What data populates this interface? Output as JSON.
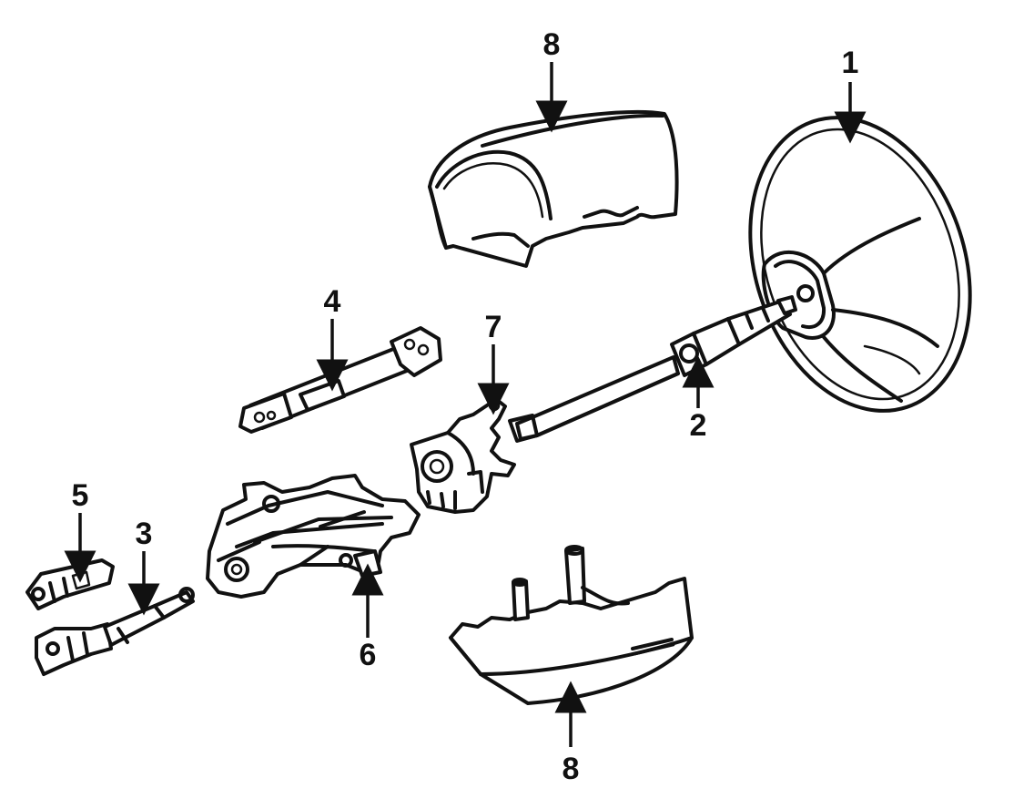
{
  "callouts": [
    {
      "id": "1",
      "label": "1"
    },
    {
      "id": "2",
      "label": "2"
    },
    {
      "id": "3",
      "label": "3"
    },
    {
      "id": "4",
      "label": "4"
    },
    {
      "id": "5",
      "label": "5"
    },
    {
      "id": "6",
      "label": "6"
    },
    {
      "id": "7",
      "label": "7"
    },
    {
      "id": "8a",
      "label": "8"
    },
    {
      "id": "8b",
      "label": "8"
    }
  ]
}
